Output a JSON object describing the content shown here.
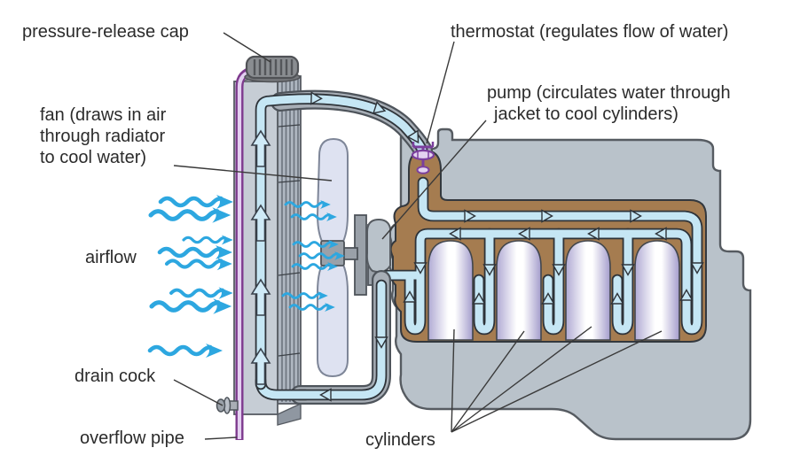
{
  "labels": {
    "pressure_release_cap": "pressure-release cap",
    "thermostat": "thermostat (regulates flow of water)",
    "pump_line1": "pump (circulates water through",
    "pump_line2": "jacket to cool cylinders)",
    "fan_line1": "fan (draws in air",
    "fan_line2": "through radiator",
    "fan_line3": "to cool water)",
    "airflow": "airflow",
    "drain_cock": "drain cock",
    "overflow_pipe": "overflow pipe",
    "cylinders": "cylinders"
  },
  "colors": {
    "engine_block": "#b9c2ca",
    "water_jacket": "#a57c50",
    "coolant_channel": "#c5e6f4",
    "channel_outline": "#2e3339",
    "airflow_arrow": "#2da7e0",
    "overflow_pipe": "#7e3a8e",
    "overflow_pipe_core": "#e3d0f0",
    "fan_blade": "#dee2f1",
    "radiator_front": "#c6cdd5",
    "radiator_fins": "#aeb6c0",
    "hose_gray": "#a7aeb6",
    "thermostat_purple": "#7b3f9d",
    "cylinder_edge": "#aba5d2",
    "label_text": "#2b2b2b"
  }
}
